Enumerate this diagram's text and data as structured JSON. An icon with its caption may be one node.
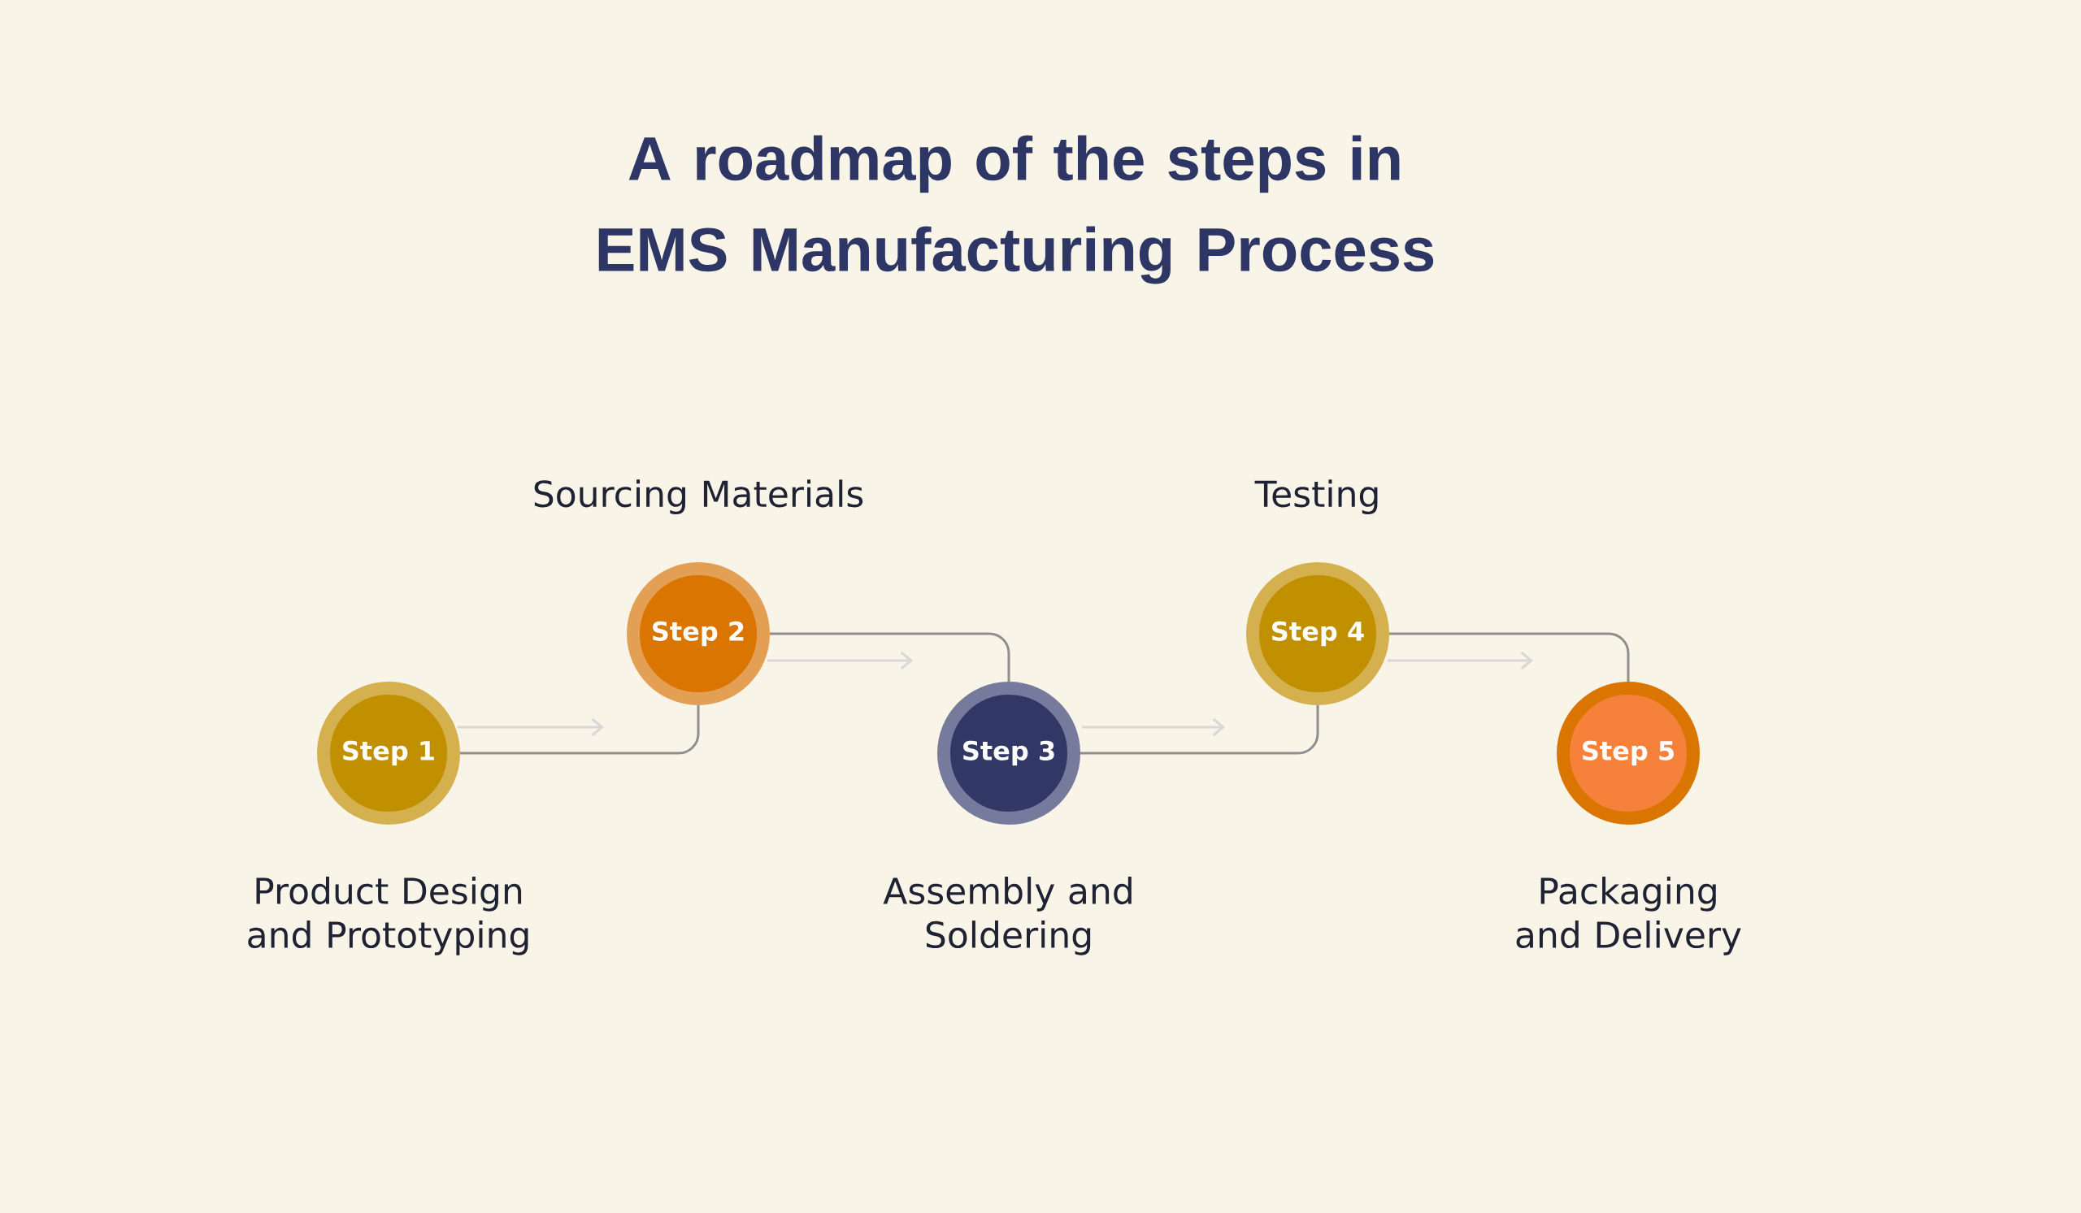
{
  "diagram": {
    "title": "A roadmap of the steps in EMS Manufacturing Process",
    "nodes": [
      {
        "text": [
          "Step 1"
        ],
        "beside": [
          "Product Design and Prototyping"
        ]
      },
      {
        "text": [
          "Step 2"
        ],
        "beside": [
          "Sourcing Materials"
        ]
      },
      {
        "text": [
          "Step 3"
        ],
        "beside": [
          "Assembly and Soldering"
        ]
      },
      {
        "text": [
          "Step 4"
        ],
        "beside": [
          "Testing"
        ]
      },
      {
        "text": [
          "Step 5"
        ],
        "beside": [
          "Packaging and Delivery"
        ]
      }
    ],
    "edges": [
      {
        "from": 0,
        "to": 1,
        "arrow": "none"
      },
      {
        "from": 1,
        "to": 2,
        "arrow": "none"
      },
      {
        "from": 2,
        "to": 3,
        "arrow": "none"
      },
      {
        "from": 3,
        "to": 4,
        "arrow": "none"
      }
    ]
  }
}
